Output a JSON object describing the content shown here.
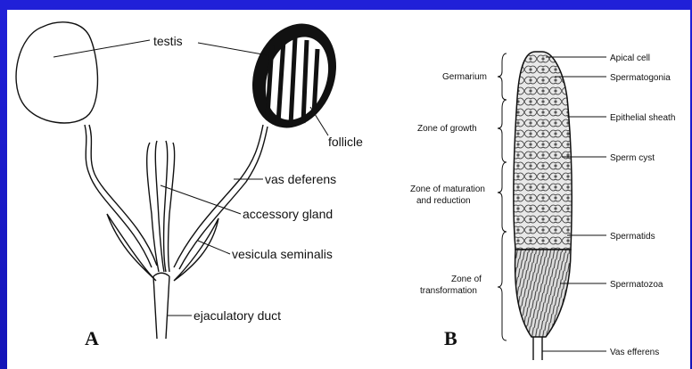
{
  "panel_a": {
    "letter": "A",
    "labels": {
      "testis": "testis",
      "follicle": "follicle",
      "vas_deferens": "vas deferens",
      "accessory_gland": "accessory gland",
      "vesicula_seminalis": "vesicula seminalis",
      "ejaculatory_duct": "ejaculatory duct"
    }
  },
  "panel_b": {
    "letter": "B",
    "zones": {
      "germarium": "Germarium",
      "growth": "Zone of growth",
      "maturation_1": "Zone of maturation",
      "maturation_2": "and reduction",
      "transformation_1": "Zone of",
      "transformation_2": "transformation"
    },
    "labels": {
      "apical_cell": "Apical cell",
      "spermatogonia": "Spermatogonia",
      "epithelial_sheath": "Epithelial sheath",
      "sperm_cyst": "Sperm cyst",
      "spermatids": "Spermatids",
      "spermatozoa": "Spermatozoa",
      "vas_efferens": "Vas efferens"
    }
  }
}
